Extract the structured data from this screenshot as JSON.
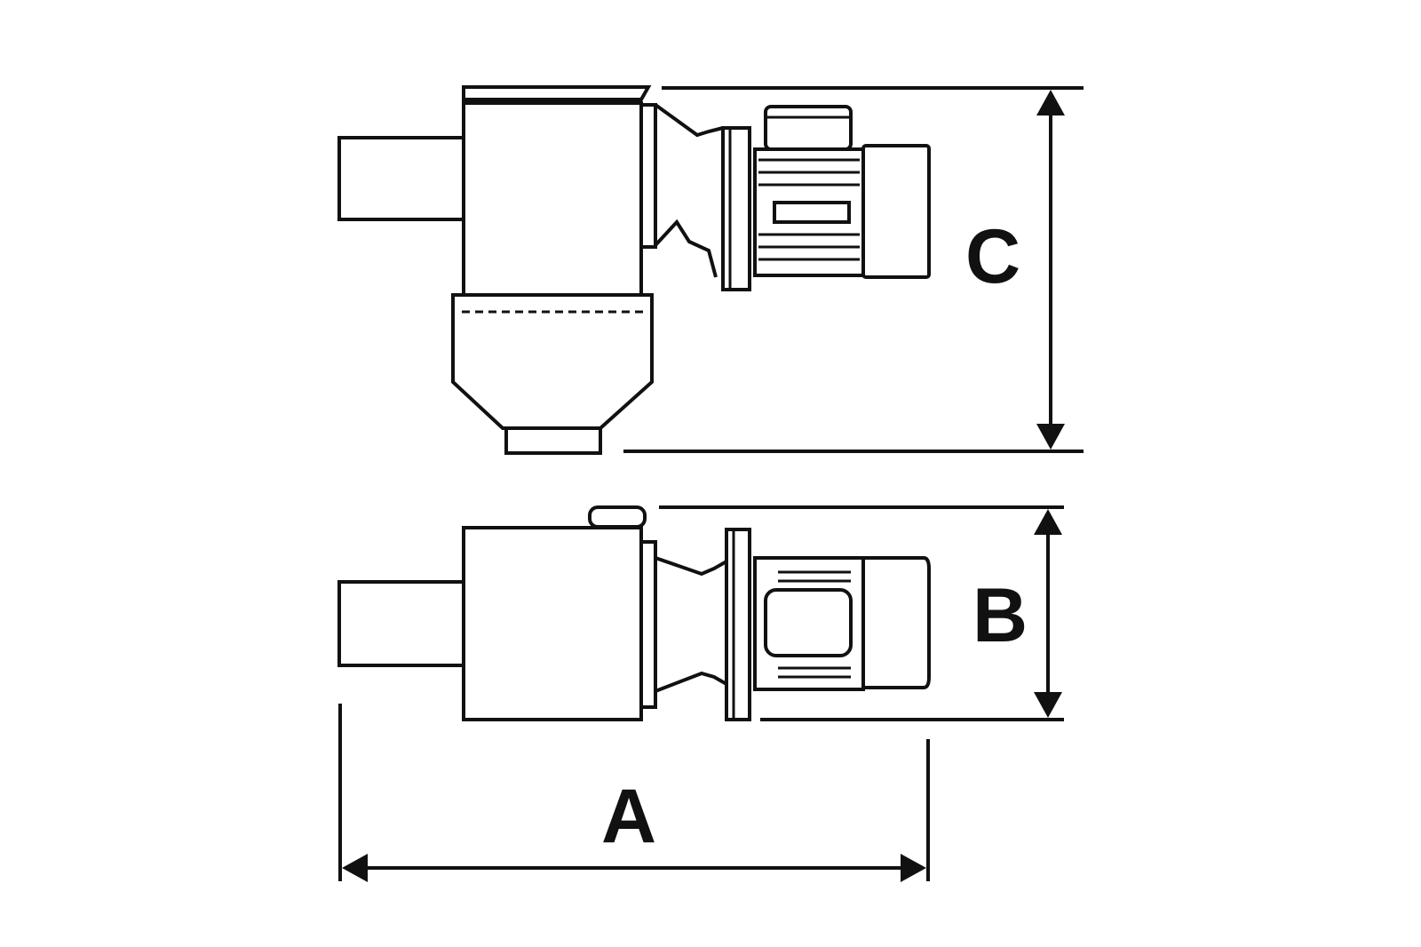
{
  "dimensions": {
    "length_label": "A",
    "width_label": "B",
    "height_label": "C"
  },
  "colors": {
    "line": "#111111",
    "background": "#ffffff"
  }
}
